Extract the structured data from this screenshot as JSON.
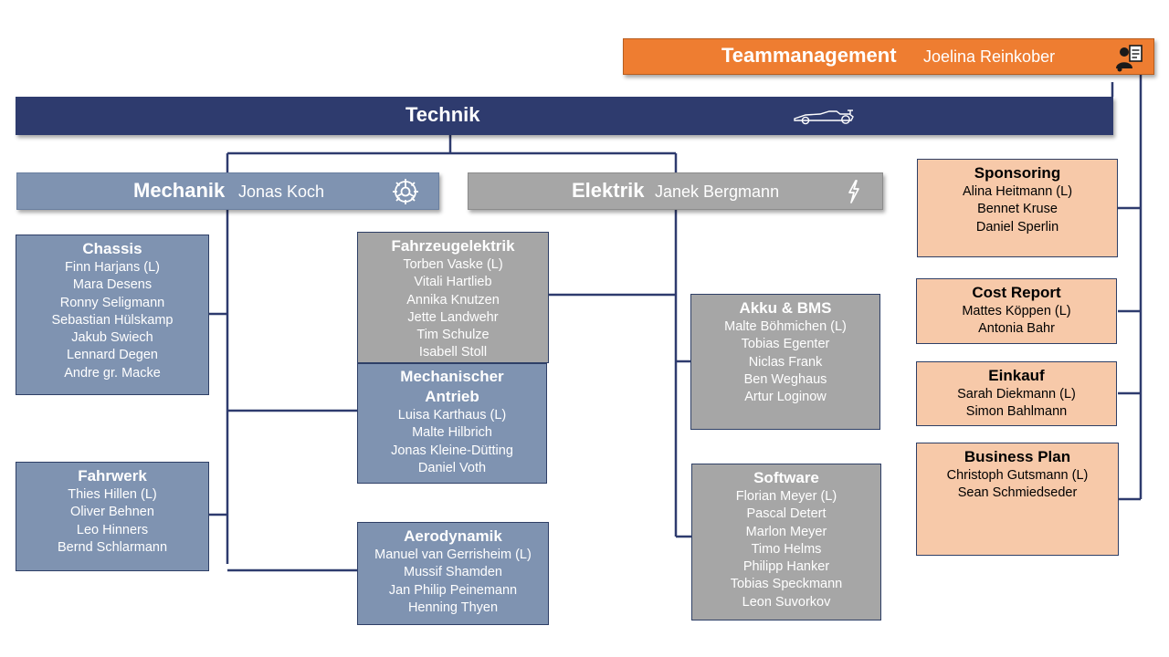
{
  "teammanagement": {
    "title": "Teammanagement",
    "lead": "Joelina Reinkober",
    "icon": "team-management-icon",
    "color": "#ee7d31"
  },
  "technik": {
    "title": "Technik",
    "icon": "race-car-icon",
    "color": "#2e3b6e"
  },
  "mechanik": {
    "title": "Mechanik",
    "lead": "Jonas Koch",
    "icon": "gear-icon",
    "color": "#7f93b1"
  },
  "elektrik": {
    "title": "Elektrik",
    "lead": "Janek Bergmann",
    "icon": "lightning-icon",
    "color": "#a6a6a6"
  },
  "groups": {
    "chassis": {
      "title": "Chassis",
      "members": [
        "Finn Harjans (L)",
        "Mara Desens",
        "Ronny Seligmann",
        "Sebastian Hülskamp",
        "Jakub Swiech",
        "Lennard Degen",
        "Andre gr. Macke"
      ]
    },
    "fahrwerk": {
      "title": "Fahrwerk",
      "members": [
        "Thies Hillen (L)",
        "Oliver Behnen",
        "Leo Hinners",
        "Bernd Schlarmann"
      ]
    },
    "fahrzeugelektrik": {
      "title": "Fahrzeugelektrik",
      "members": [
        "Torben Vaske (L)",
        "Vitali Hartlieb",
        "Annika Knutzen",
        "Jette Landwehr",
        "Tim Schulze",
        "Isabell Stoll"
      ]
    },
    "mech_antrieb": {
      "title_line1": "Mechanischer",
      "title_line2": "Antrieb",
      "members": [
        "Luisa Karthaus (L)",
        "Malte Hilbrich",
        "Jonas Kleine-Dütting",
        "Daniel Voth"
      ]
    },
    "aerodynamik": {
      "title": "Aerodynamik",
      "members": [
        "Manuel van Gerrisheim (L)",
        "Mussif Shamden",
        "Jan Philip Peinemann",
        "Henning Thyen"
      ]
    },
    "akku": {
      "title": "Akku & BMS",
      "members": [
        "Malte Böhmichen (L)",
        "Tobias Egenter",
        "Niclas Frank",
        "Ben Weghaus",
        "Artur Loginow"
      ]
    },
    "software": {
      "title": "Software",
      "members": [
        "Florian Meyer (L)",
        "Pascal Detert",
        "Marlon Meyer",
        "Timo Helms",
        "Philipp Hanker",
        "Tobias Speckmann",
        "Leon Suvorkov"
      ]
    },
    "sponsoring": {
      "title": "Sponsoring",
      "members": [
        "Alina Heitmann (L)",
        "Bennet Kruse",
        "Daniel Sperlin"
      ]
    },
    "cost_report": {
      "title": "Cost Report",
      "members": [
        "Mattes Köppen (L)",
        "Antonia Bahr"
      ]
    },
    "einkauf": {
      "title": "Einkauf",
      "members": [
        "Sarah Diekmann (L)",
        "Simon Bahlmann"
      ]
    },
    "business_plan": {
      "title": "Business Plan",
      "members": [
        "Christoph Gutsmann (L)",
        "Sean Schmiedseder"
      ]
    }
  }
}
